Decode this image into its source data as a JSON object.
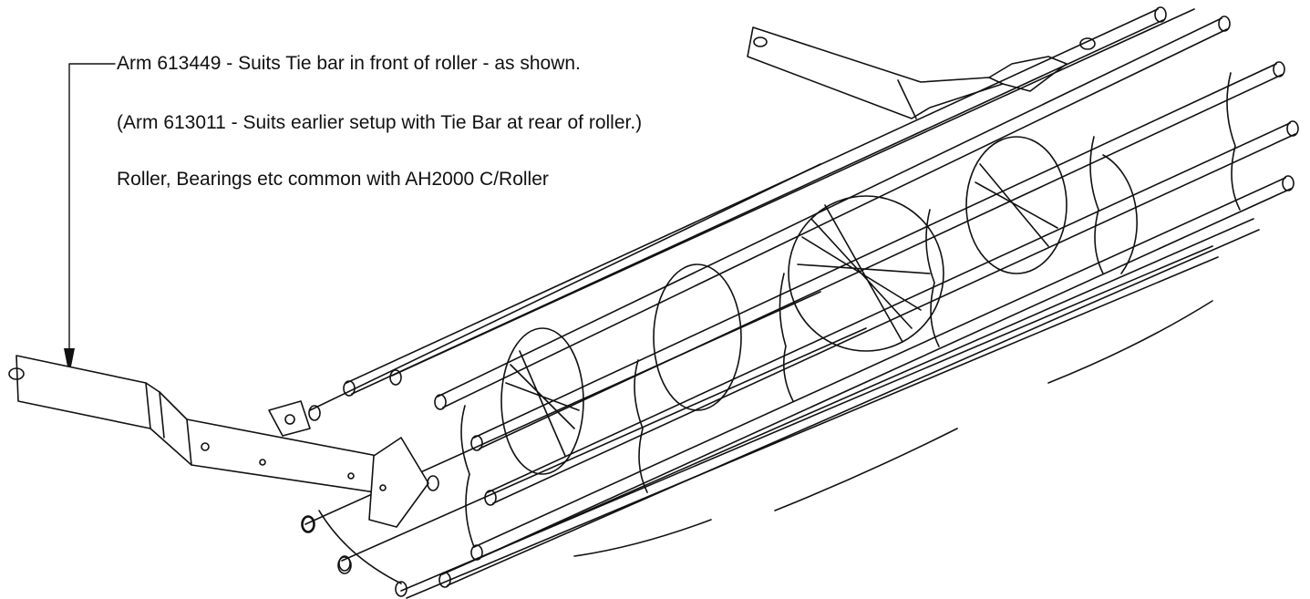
{
  "notes": {
    "arm_current": "Arm 613449 - Suits Tie bar in front of roller - as shown.",
    "arm_earlier": "(Arm 613011 - Suits earlier setup with Tie Bar at rear of roller.)",
    "common_parts": "Roller, Bearings etc common with AH2000 C/Roller"
  },
  "colors": {
    "line": "#111111",
    "background": "#ffffff"
  }
}
